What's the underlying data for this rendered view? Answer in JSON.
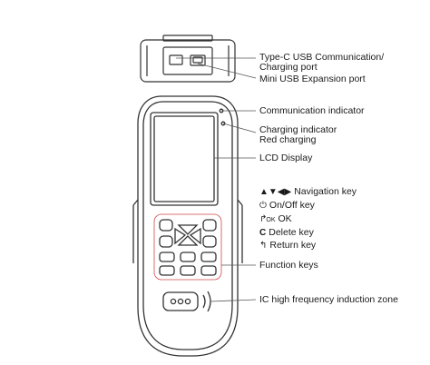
{
  "labels": {
    "type_c_line1": "Type-C USB Communication/",
    "type_c_line2": "Charging port",
    "mini_usb": "Mini USB Expansion port",
    "communication_indicator": "Communication indicator",
    "charging_line1": "Charging indicator",
    "charging_line2": "Red charging",
    "lcd_display": "LCD Display",
    "navigation_key": "Navigation key",
    "onoff_key": "On/Off key",
    "ok_key": "OK",
    "delete_key": "Delete key",
    "return_key": "Return key",
    "function_keys": "Function keys",
    "ic_zone": "IC high frequency induction zone"
  },
  "key_symbols": {
    "navigation": "▲▼◀▶",
    "onoff": "⏻",
    "ok": "↱",
    "ok_sub": "OK",
    "delete": "C",
    "return": "↰"
  },
  "colors": {
    "device_stroke": "#333333",
    "leader_line": "#555555",
    "red_accent": "#d04a4a"
  }
}
